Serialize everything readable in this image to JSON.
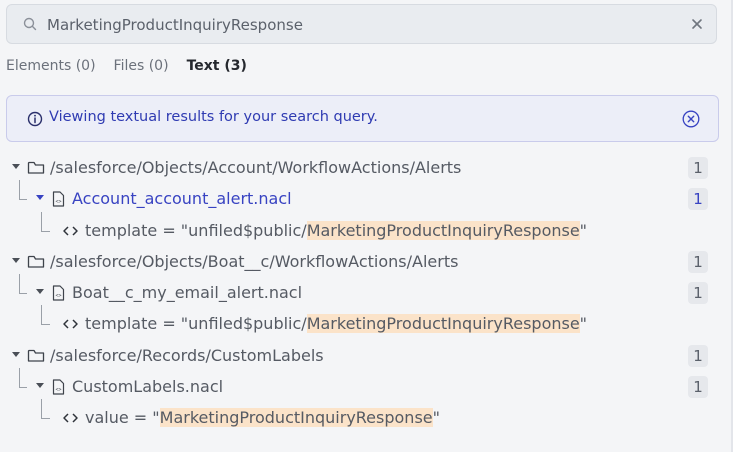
{
  "search": {
    "value": "MarketingProductInquiryResponse"
  },
  "tabs": [
    {
      "label": "Elements (0)"
    },
    {
      "label": "Files (0)"
    },
    {
      "label": "Text (3)"
    }
  ],
  "banner": {
    "message": "Viewing textual results for your search query."
  },
  "results": [
    {
      "folder": "/salesforce/Objects/Account/WorkflowActions/Alerts",
      "folder_count": "1",
      "file": "Account_account_alert.nacl",
      "file_count": "1",
      "match_prefix": "template = \"unfiled$public/",
      "match_highlight": "MarketingProductInquiryResponse",
      "match_suffix": "\""
    },
    {
      "folder": "/salesforce/Objects/Boat__c/WorkflowActions/Alerts",
      "folder_count": "1",
      "file": "Boat__c_my_email_alert.nacl",
      "file_count": "1",
      "match_prefix": "template = \"unfiled$public/",
      "match_highlight": "MarketingProductInquiryResponse",
      "match_suffix": "\""
    },
    {
      "folder": "/salesforce/Records/CustomLabels",
      "folder_count": "1",
      "file": "CustomLabels.nacl",
      "file_count": "1",
      "match_prefix": "value = \"",
      "match_highlight": "MarketingProductInquiryResponse",
      "match_suffix": "\""
    }
  ],
  "colors": {
    "accent": "#3843c2",
    "highlight": "#fbe3c9",
    "banner_bg": "#eceef8"
  },
  "icons": [
    "search-icon",
    "clear-icon",
    "info-icon",
    "close-circle-icon",
    "folder-icon",
    "file-icon",
    "code-icon",
    "caret-down-icon"
  ]
}
